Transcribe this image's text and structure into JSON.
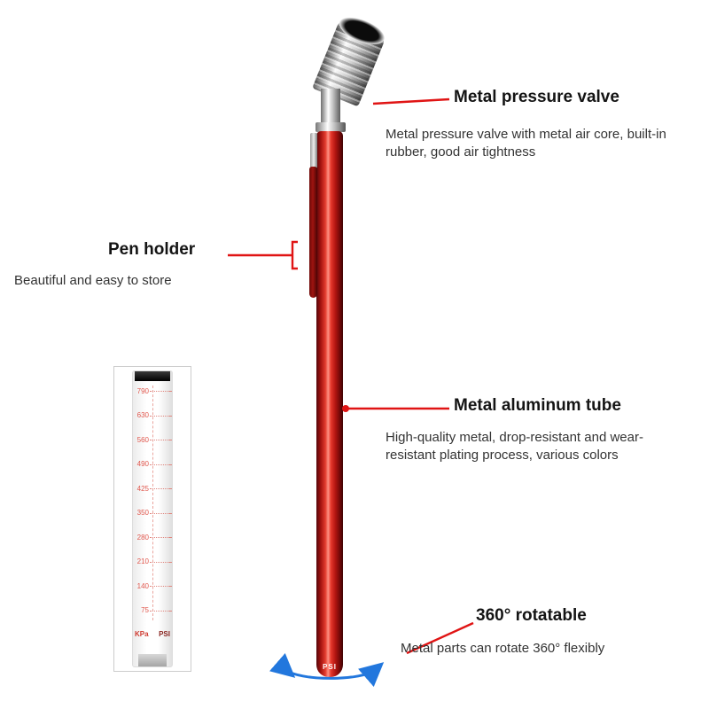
{
  "annotations": {
    "valve": {
      "title": "Metal pressure valve",
      "desc": "Metal pressure valve with metal air core, built-in rubber, good air tightness"
    },
    "pen_holder": {
      "title": "Pen holder",
      "desc": "Beautiful and easy to store"
    },
    "tube": {
      "title": "Metal aluminum tube",
      "desc": "High-quality metal, drop-resistant and wear-resistant plating process, various colors"
    },
    "rotatable": {
      "title": "360° rotatable",
      "desc": "Metal parts can rotate 360° flexibly"
    }
  },
  "gauge": {
    "tube_bottom_label": "PSI",
    "scale_inset": {
      "tick_labels": [
        "790",
        "630",
        "560",
        "490",
        "425",
        "350",
        "280",
        "210",
        "140",
        "75"
      ],
      "unit_left": "KPa",
      "unit_right": "PSI"
    }
  },
  "colors": {
    "leader_line": "#e01414",
    "tube_red": "#d6261d",
    "rotation_arrow": "#2277dd",
    "scale_mark": "#e0564c"
  }
}
